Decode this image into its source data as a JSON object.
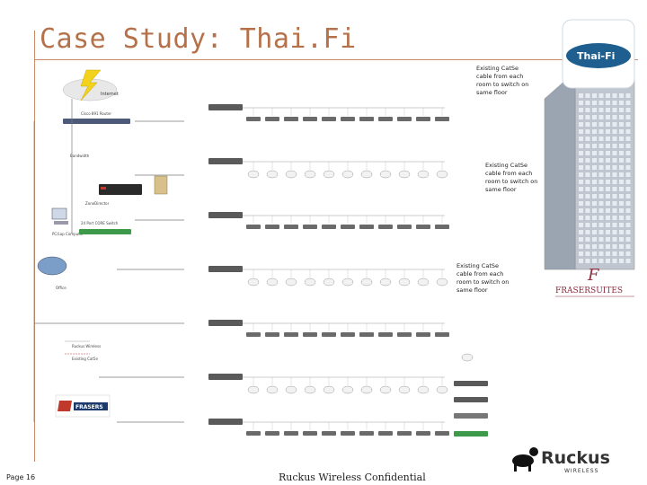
{
  "slide": {
    "title": "Case Study: Thai.Fi",
    "page_label": "Page 16",
    "confidential": "Ruckus Wireless Confidential"
  },
  "logos": {
    "thaifi": "Thai-Fi",
    "ruckus": "Ruckus",
    "ruckus_sub": "WIRELESS",
    "frasers": "FRASERS",
    "fraser_suites": "FRASERSUITES"
  },
  "icons": {
    "internet": "cloud-lightning-icon",
    "building": "building-icon",
    "router": "router-icon",
    "server": "server-icon",
    "switch": "switch-icon",
    "access_point": "access-point-icon"
  },
  "notes": {
    "note1": [
      "Existing CatSe",
      "cable from each",
      "room to switch on",
      "same floor"
    ],
    "note2": [
      "Existing CatSe",
      "cable from each",
      "room to switch on",
      "same floor"
    ],
    "note3": [
      "Existing CatSe",
      "cable from each",
      "room to switch on",
      "same floor"
    ]
  },
  "left_labels": {
    "internet": "Internet",
    "router": "Cisco 891 Router",
    "bw": "Bandwidth",
    "zd": "ZoneDirector",
    "core": "24 Port CORE Switch",
    "pc": "PC/Lap Computer",
    "office": "Office",
    "legend1": "Ruckus Wireless",
    "legend2": "Existing Cat5e"
  },
  "colors": {
    "title": "#b5714a",
    "link": "#7a7a7a",
    "switch": "#5a5a5a",
    "ap": "#f2f2f2",
    "thaifi_bg": "#1f5f8f",
    "ruckus_dog": "#111111",
    "ruckus_text": "#333333",
    "fraser": "#8c2d40"
  }
}
